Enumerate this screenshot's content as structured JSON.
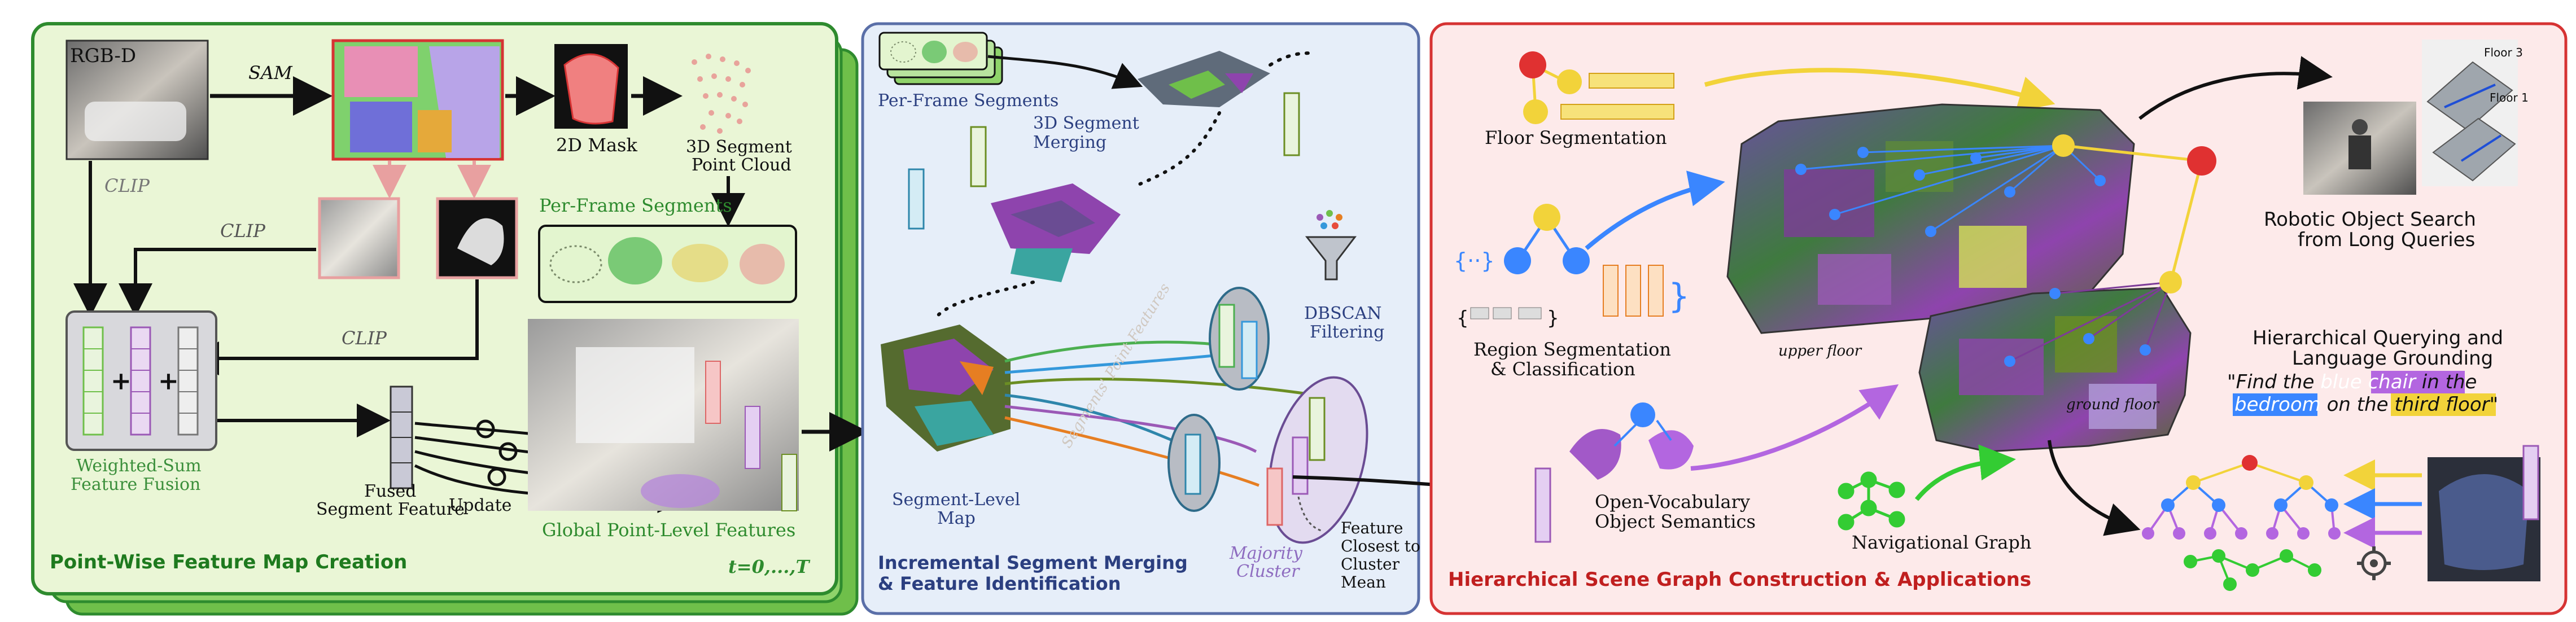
{
  "panel1": {
    "rgbd_label": "RGB-D",
    "sam_label": "SAM",
    "clip_label_1": "CLIP",
    "clip_label_2": "CLIP",
    "clip_label_3": "CLIP",
    "mask_label": "2D Mask",
    "seg_cloud_label_1": "3D Segment",
    "seg_cloud_label_2": "Point Cloud",
    "per_frame_label": "Per-Frame Segments",
    "weighted_sum_1": "Weighted-Sum",
    "weighted_sum_2": "Feature Fusion",
    "fused_1": "Fused",
    "fused_2": "Segment Feature",
    "update_label": "Update",
    "global_label": "Global Point-Level Features",
    "time_label": "t=0,...,T",
    "title": "Point-Wise Feature Map Creation"
  },
  "panel2": {
    "per_frame_label": "Per-Frame Segments",
    "merging_1": "3D Segment",
    "merging_2": "Merging",
    "dbscan_1": "DBSCAN",
    "dbscan_2": "Filtering",
    "segment_features": "Segments' Point Features",
    "seg_map_1": "Segment-Level",
    "seg_map_2": "Map",
    "majority_1": "Majority",
    "majority_2": "Cluster",
    "closest_1": "Feature",
    "closest_2": "Closest to",
    "closest_3": "Cluster",
    "closest_4": "Mean",
    "title_1": "Incremental Segment Merging",
    "title_2": "& Feature Identification"
  },
  "panel3": {
    "floor_seg": "Floor Segmentation",
    "region_1": "Region Segmentation",
    "region_2": "& Classification",
    "upper_floor": "upper floor",
    "ground_floor": "ground floor",
    "open_vocab_1": "Open-Vocabulary",
    "open_vocab_2": "Object Semantics",
    "nav_graph": "Navigational Graph",
    "robot_1": "Robotic Object Search",
    "robot_2": "from Long Queries",
    "hq_1": "Hierarchical Querying and",
    "hq_2": "Language Grounding",
    "query_pre": "\"Find the ",
    "query_obj": "blue chair",
    "query_mid1": " in the",
    "query_room": "bedroom",
    "query_mid2": " on the ",
    "query_floor": "third floor",
    "query_end": "\"",
    "title": "Hierarchical Scene Graph Construction & Applications",
    "floor3": "Floor 3",
    "floor1": "Floor 1"
  },
  "colors": {
    "panel1_bg": "#eaf6d6",
    "panel1_border": "#2e8b2e",
    "panel2_bg": "#e6eef9",
    "panel2_border": "#5a6fa8",
    "panel3_bg": "#fdeaea",
    "panel3_border": "#d63333",
    "accent_green": "#1e7a1e",
    "accent_navy": "#2b3f80",
    "accent_red": "#c01f1f"
  },
  "icons": [
    "funnel-icon",
    "gear-icon",
    "chair-icon",
    "robot-icon",
    "camera-frame-icon"
  ]
}
